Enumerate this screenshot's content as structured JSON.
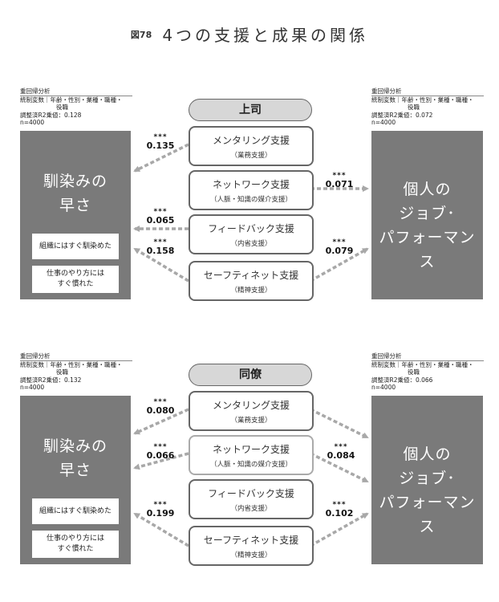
{
  "figure": {
    "label": "図78",
    "title": "4つの支援と成果の関係"
  },
  "panels": [
    {
      "header": "上司",
      "left_stats": {
        "line1": "重回帰分析",
        "line2": "統制変数｜年齢・性別・業種・職種・",
        "line3": "役職",
        "line4": "調整済R2乗値：0.128",
        "line5": "n=4000"
      },
      "right_stats": {
        "line1": "重回帰分析",
        "line2": "統制変数｜年齢・性別・業種・職種・",
        "line3": "役職",
        "line4": "調整済R2乗値：0.072",
        "line5": "n=4000"
      },
      "left_box": {
        "title_line1": "馴染みの",
        "title_line2": "早さ",
        "sub1": "組織にはすぐ馴染めた",
        "sub2_line1": "仕事のやり方には",
        "sub2_line2": "すぐ慣れた"
      },
      "right_box": {
        "title_line1": "個人の",
        "title_line2": "ジョブ･",
        "title_line3": "パフォーマンス"
      },
      "supports": [
        {
          "main": "メンタリング支援",
          "sub": "（業務支援）"
        },
        {
          "main": "ネットワーク支援",
          "sub": "（人脈・知識の媒介支援）"
        },
        {
          "main": "フィードバック支援",
          "sub": "（内省支援）"
        },
        {
          "main": "セーフティネット支援",
          "sub": "（精神支援）"
        }
      ],
      "coefs": [
        {
          "stars": "***",
          "value": "0.135"
        },
        {
          "stars": "***",
          "value": "0.071"
        },
        {
          "stars": "***",
          "value": "0.065"
        },
        {
          "stars": "***",
          "value": "0.158"
        },
        {
          "stars": "***",
          "value": "0.079"
        }
      ]
    },
    {
      "header": "同僚",
      "left_stats": {
        "line1": "重回帰分析",
        "line2": "統制変数｜年齢・性別・業種・職種・",
        "line3": "役職",
        "line4": "調整済R2乗値：0.132",
        "line5": "n=4000"
      },
      "right_stats": {
        "line1": "重回帰分析",
        "line2": "統制変数｜年齢・性別・業種・職種・",
        "line3": "役職",
        "line4": "調整済R2乗値：0.066",
        "line5": "n=4000"
      },
      "left_box": {
        "title_line1": "馴染みの",
        "title_line2": "早さ",
        "sub1": "組織にはすぐ馴染めた",
        "sub2_line1": "仕事のやり方には",
        "sub2_line2": "すぐ慣れた"
      },
      "right_box": {
        "title_line1": "個人の",
        "title_line2": "ジョブ･",
        "title_line3": "パフォーマンス"
      },
      "supports": [
        {
          "main": "メンタリング支援",
          "sub": "（業務支援）"
        },
        {
          "main": "ネットワーク支援",
          "sub": "（人脈・知識の媒介支援）"
        },
        {
          "main": "フィードバック支援",
          "sub": "（内省支援）"
        },
        {
          "main": "セーフティネット支援",
          "sub": "（精神支援）"
        }
      ],
      "coefs": [
        {
          "stars": "***",
          "value": "0.080"
        },
        {
          "stars": "***",
          "value": "0.066"
        },
        {
          "stars": "***",
          "value": "0.084"
        },
        {
          "stars": "***",
          "value": "0.199"
        },
        {
          "stars": "***",
          "value": "0.102"
        }
      ]
    }
  ]
}
